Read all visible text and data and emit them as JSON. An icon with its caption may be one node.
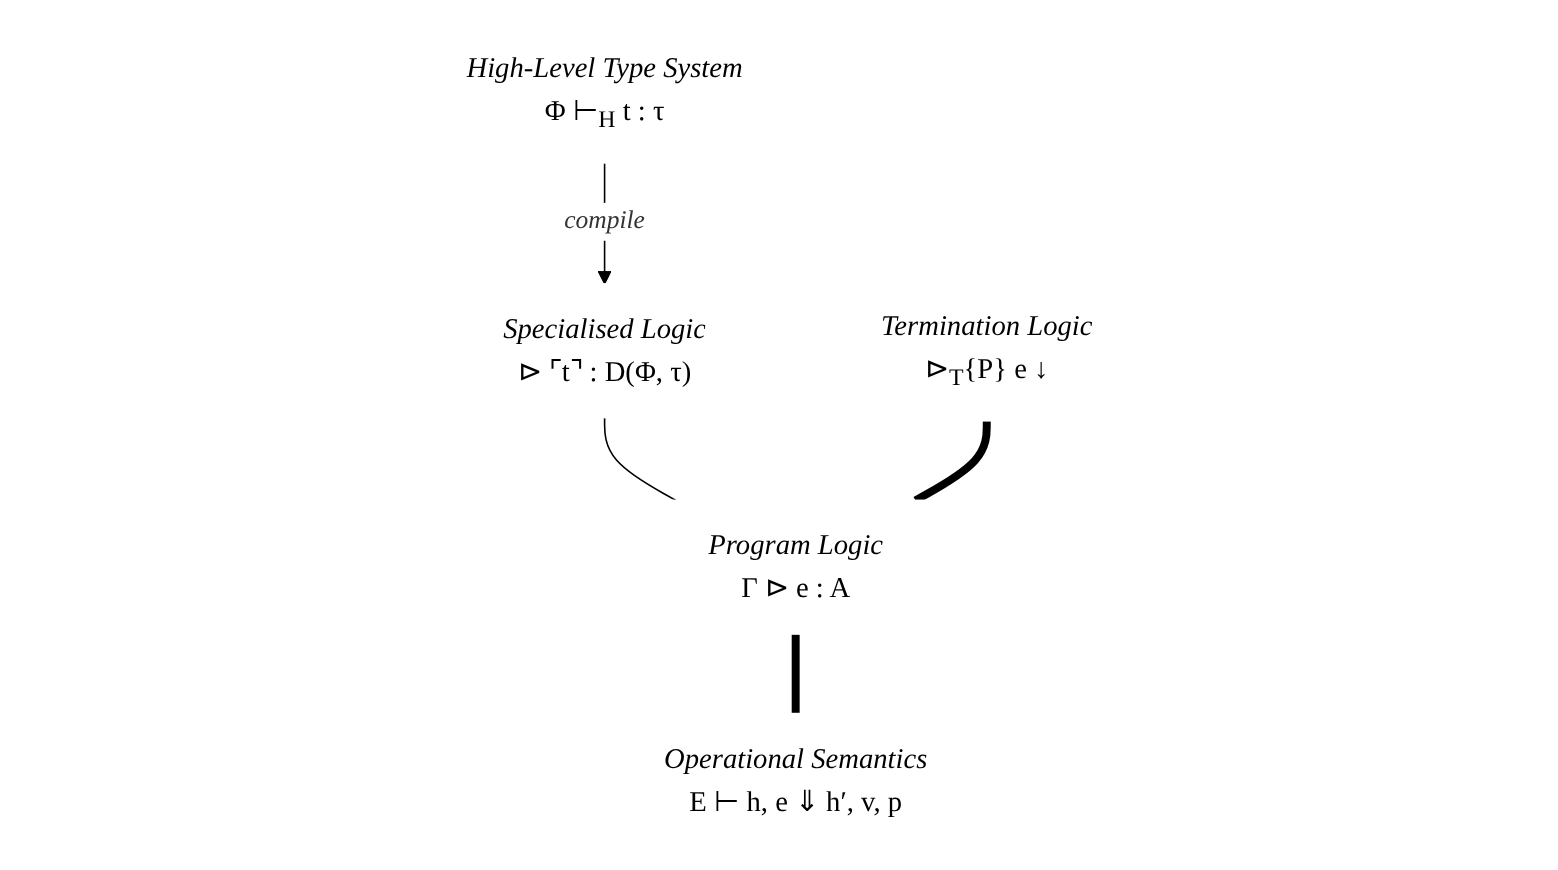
{
  "diagram": {
    "nodes": [
      {
        "text": [
          "High-Level Type System",
          "Φ ⊢$_{H}$ t : τ"
        ]
      },
      {
        "text": [
          "Specialised Logic",
          "⊳ ⌜t⌝ : D(Φ, τ)"
        ]
      },
      {
        "text": [
          "Termination Logic",
          "⊳$_{T}${P} e ↓"
        ]
      },
      {
        "text": [
          "Program Logic",
          "Γ ⊳ e : A"
        ]
      },
      {
        "text": [
          "Operational Semantics",
          "E ⊢ h, e ⇓ h′, v, p"
        ]
      }
    ],
    "edges": [
      {
        "from": 0,
        "to": 1,
        "arrow": "to",
        "label": "compile"
      },
      {
        "from": 1,
        "to": 3,
        "arrow": "none"
      },
      {
        "from": 2,
        "to": 3,
        "arrow": "none",
        "style": "thick"
      },
      {
        "from": 3,
        "to": 4,
        "arrow": "none",
        "style": "thick"
      }
    ]
  }
}
